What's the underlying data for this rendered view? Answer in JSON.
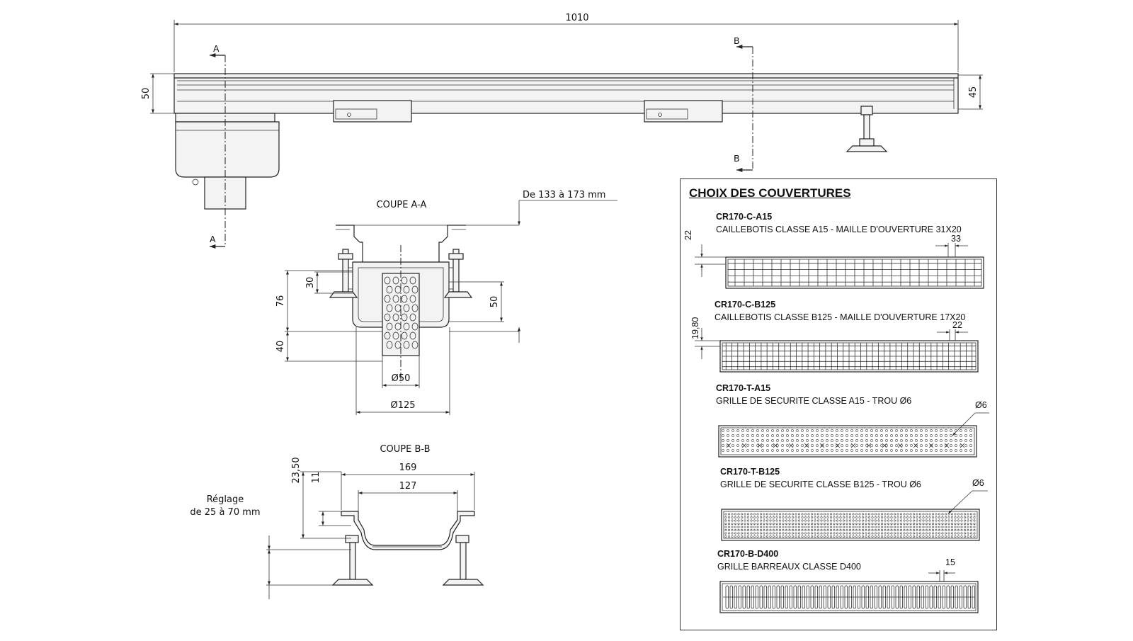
{
  "elevation": {
    "length_dim": "1010",
    "height_left_dim": "50",
    "height_right_dim": "45",
    "section_a_top": "A",
    "section_a_bottom": "A",
    "section_b_top": "B",
    "section_b_bottom": "B"
  },
  "coupe_aa": {
    "title": "COUPE A-A",
    "range_label": "De 133 à 173 mm",
    "dim_30": "30",
    "dim_76": "76",
    "dim_40": "40",
    "dim_50_right": "50",
    "dim_dia50": "Ø50",
    "dim_dia125": "Ø125"
  },
  "coupe_bb": {
    "title": "COUPE B-B",
    "dim_169": "169",
    "dim_127": "127",
    "dim_23_50": "23,50",
    "dim_11": "11",
    "reglage_line1": "Réglage",
    "reglage_line2": "de 25 à 70 mm"
  },
  "covers": {
    "title": "CHOIX DES COUVERTURES",
    "options": [
      {
        "code": "CR170-C-A15",
        "desc": "CAILLEBOTIS CLASSE A15 - MAILLE D'OUVERTURE 31X20",
        "dim_side": "22",
        "dim_pitch": "33"
      },
      {
        "code": "CR170-C-B125",
        "desc": "CAILLEBOTIS CLASSE B125 - MAILLE D'OUVERTURE 17X20",
        "dim_side": "19,80",
        "dim_pitch": "22"
      },
      {
        "code": "CR170-T-A15",
        "desc": "GRILLE DE SECURITE CLASSE A15 - TROU Ø6",
        "dim_pitch": "Ø6"
      },
      {
        "code": "CR170-T-B125",
        "desc": "GRILLE DE SECURITE CLASSE B125 - TROU Ø6",
        "dim_pitch": "Ø6"
      },
      {
        "code": "CR170-B-D400",
        "desc": "GRILLE BARREAUX CLASSE D400",
        "dim_pitch": "15"
      }
    ]
  }
}
